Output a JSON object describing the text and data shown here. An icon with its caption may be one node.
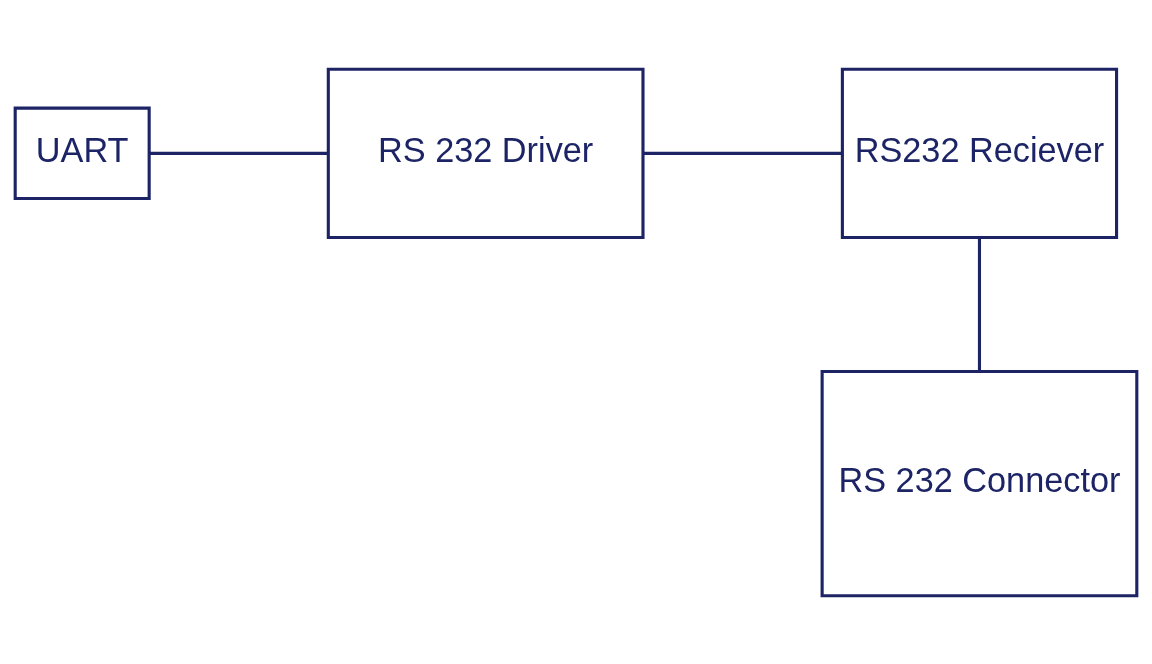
{
  "diagram": {
    "nodes": [
      {
        "text": [
          "UART"
        ]
      },
      {
        "text": [
          "RS 232 Driver"
        ]
      },
      {
        "text": [
          "RS232 Reciever"
        ]
      },
      {
        "text": [
          "RS 232 Connector"
        ]
      }
    ],
    "edges": [
      {
        "from": 0,
        "to": 1,
        "arrow": "none"
      },
      {
        "from": 1,
        "to": 2,
        "arrow": "none"
      },
      {
        "from": 2,
        "to": 3,
        "arrow": "none"
      }
    ]
  }
}
